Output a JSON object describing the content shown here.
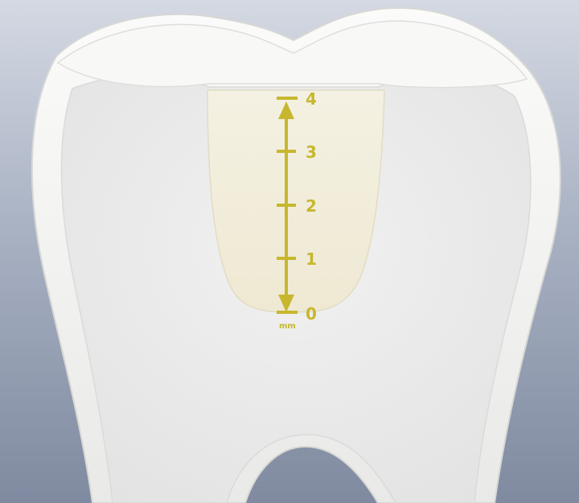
{
  "diagram": {
    "scale": {
      "ticks": [
        "4",
        "3",
        "2",
        "1",
        "0"
      ],
      "unit": "mm",
      "color": "#c7b72f"
    },
    "colors": {
      "background_top": "#d4d9e3",
      "background_bottom": "#7f8aa0",
      "enamel": "#f5f5f3",
      "dentin": "#ececec",
      "filling": "#f2eedd"
    }
  }
}
